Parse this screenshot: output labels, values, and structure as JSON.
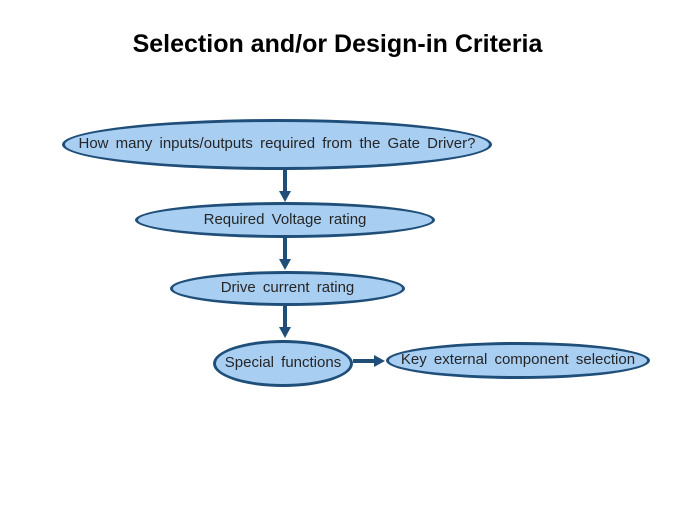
{
  "title": "Selection and/or Design-in Criteria",
  "colors": {
    "background": "#FFFFFF",
    "title_text": "#000000",
    "node_fill": "#A8CEF2",
    "node_border": "#1F4E79",
    "node_text": "#262626",
    "arrow": "#1F4E79"
  },
  "diagram": {
    "nodes": [
      {
        "id": "io",
        "label": "How many inputs/outputs required from the Gate Driver?"
      },
      {
        "id": "voltage",
        "label": "Required Voltage rating"
      },
      {
        "id": "current",
        "label": "Drive current rating"
      },
      {
        "id": "special",
        "label": "Special functions"
      },
      {
        "id": "external",
        "label": "Key external component selection"
      }
    ],
    "edges": [
      {
        "from": "io",
        "to": "voltage",
        "direction": "down"
      },
      {
        "from": "voltage",
        "to": "current",
        "direction": "down"
      },
      {
        "from": "current",
        "to": "special",
        "direction": "down"
      },
      {
        "from": "special",
        "to": "external",
        "direction": "right"
      }
    ]
  }
}
